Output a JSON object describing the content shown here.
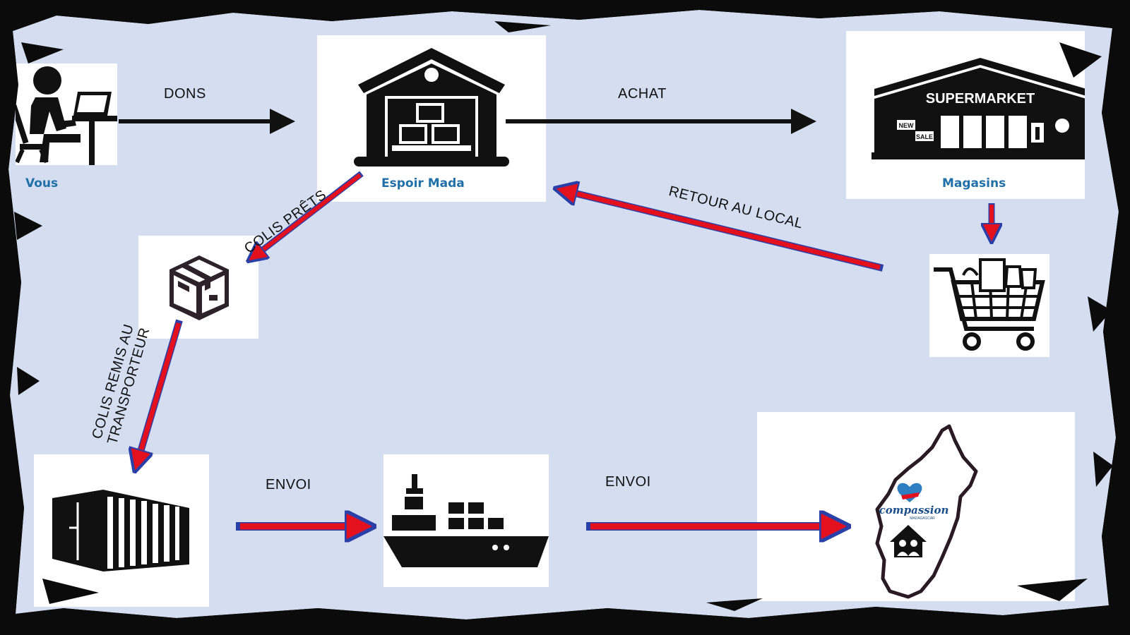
{
  "nodes": {
    "vous": "Vous",
    "espoir_mada": "Espoir Mada",
    "magasins": "Magasins"
  },
  "edges": {
    "dons": "DONS",
    "achat": "ACHAT",
    "retour_au_local": "RETOUR AU LOCAL",
    "colis_prets": "COLIS PRÊTS",
    "colis_remis_line1": "COLIS REMIS AU",
    "colis_remis_line2": "TRANSPORTEUR",
    "envoi_1": "ENVOI",
    "envoi_2": "ENVOI"
  },
  "icons": {
    "supermarket_sign": "SUPERMARKET",
    "new_tag": "NEW",
    "sale_tag": "SALE",
    "logo_text": "compassion",
    "logo_subtext": "MADAGASCAR"
  },
  "colors": {
    "background": "#d4def0",
    "arrow_black": "#111111",
    "arrow_red": "#e3101d",
    "arrow_blue_edge": "#2b3fa8",
    "label_blue": "#1f6fa8",
    "frame": "#0b0b0b"
  }
}
